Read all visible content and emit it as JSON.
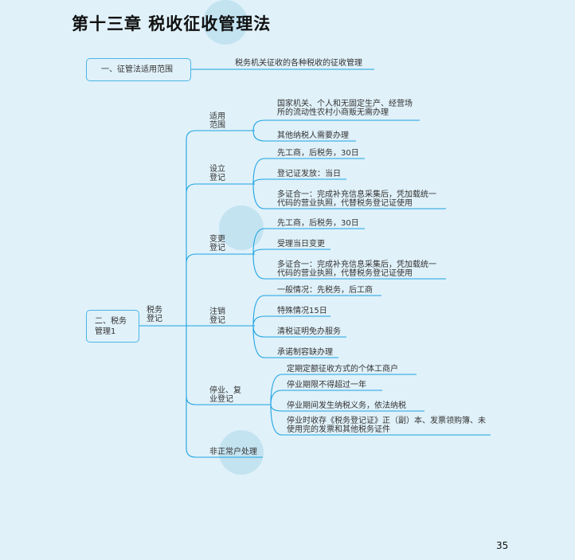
{
  "title": "第十三章    税收征收管理法",
  "section1": {
    "label": "一、征管法适用范围",
    "leaf": "税务机关征收的各种税收的征收管理"
  },
  "section2": {
    "label": "二、税务管理1",
    "branch": "税务登记",
    "groups": [
      {
        "label": "适用范围",
        "leaves": [
          "国家机关、个人和无固定生产、经营场所的流动性农村小商贩无需办理",
          "其他纳税人需要办理"
        ]
      },
      {
        "label": "设立登记",
        "leaves": [
          "先工商，后税务，30日",
          "登记证发放：当日",
          "多证合一：完成补充信息采集后，凭加载统一代码的营业执照，代替税务登记证使用"
        ]
      },
      {
        "label": "变更登记",
        "leaves": [
          "先工商，后税务，30日",
          "受理当日变更",
          "多证合一：完成补充信息采集后，凭加载统一代码的营业执照，代替税务登记证使用"
        ]
      },
      {
        "label": "注销登记",
        "leaves": [
          "一般情况：先税务，后工商",
          "特殊情况15日",
          "清税证明免办服务",
          "承诺制容缺办理"
        ]
      },
      {
        "label": "停业、复业登记",
        "leaves": [
          "定期定额征收方式的个体工商户",
          "停业期限不得超过一年",
          "停业期间发生纳税义务，依法纳税",
          "停业时收存《税务登记证》正（副）本、发票领购簿、未使用完的发票和其他税务证件"
        ]
      },
      {
        "label": "非正常户处理",
        "leaves": []
      }
    ]
  },
  "page_number": "35",
  "colors": {
    "line": "#1da3e2",
    "background": "#e0f1f9"
  }
}
